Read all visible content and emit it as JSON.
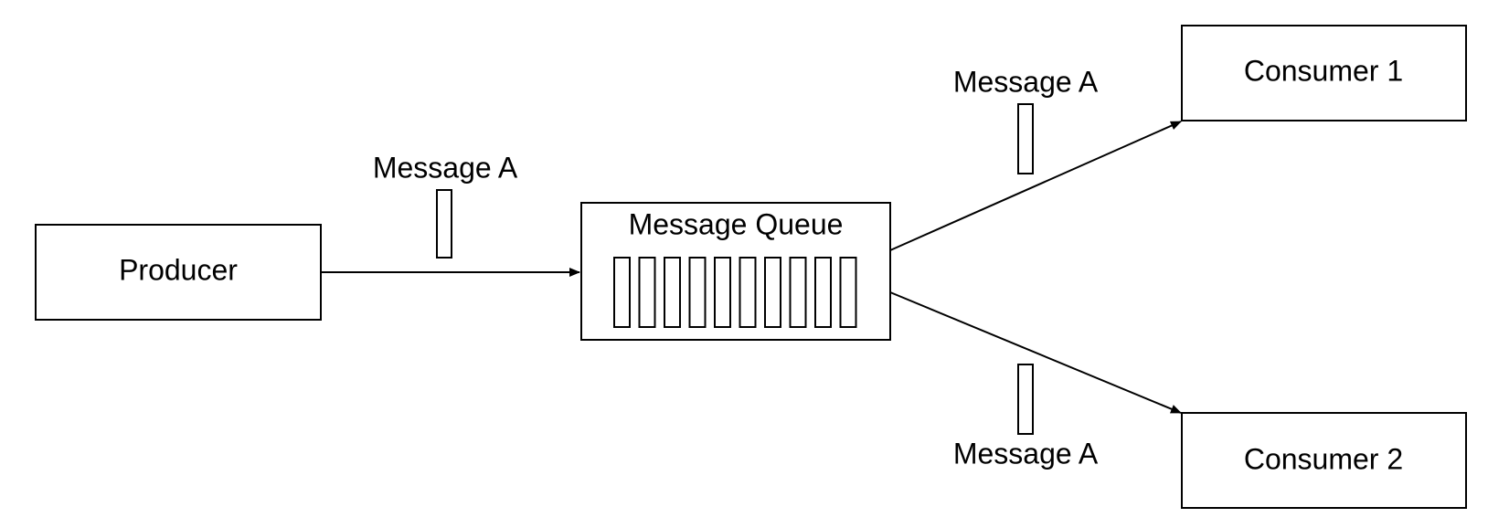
{
  "producer": {
    "label": "Producer"
  },
  "queue": {
    "label": "Message Queue",
    "slot_count": 10
  },
  "consumer1": {
    "label": "Consumer 1"
  },
  "consumer2": {
    "label": "Consumer 2"
  },
  "messages": {
    "to_queue": "Message A",
    "to_consumer1": "Message A",
    "to_consumer2": "Message A"
  },
  "colors": {
    "stroke": "#000000",
    "background": "#ffffff"
  }
}
